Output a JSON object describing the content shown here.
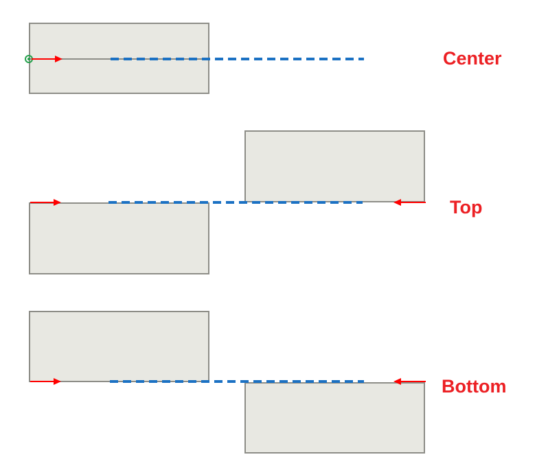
{
  "diagram": {
    "description": "Alignment options illustration",
    "rows": [
      {
        "id": "center",
        "label": "Center"
      },
      {
        "id": "top",
        "label": "Top"
      },
      {
        "id": "bottom",
        "label": "Bottom"
      }
    ],
    "icons": {
      "origin_marker": "origin-point-icon",
      "arrow_right": "arrow-right-icon",
      "arrow_left": "arrow-left-icon"
    },
    "colors": {
      "rectangle_fill": "#e8e8e2",
      "rectangle_border": "#8d8d87",
      "dashed_line_blue": "#1b71c3",
      "arrow_red": "#ff0000",
      "label_red": "#ec2024",
      "origin_marker_green": "#23a14b",
      "background": "#ffffff"
    }
  }
}
